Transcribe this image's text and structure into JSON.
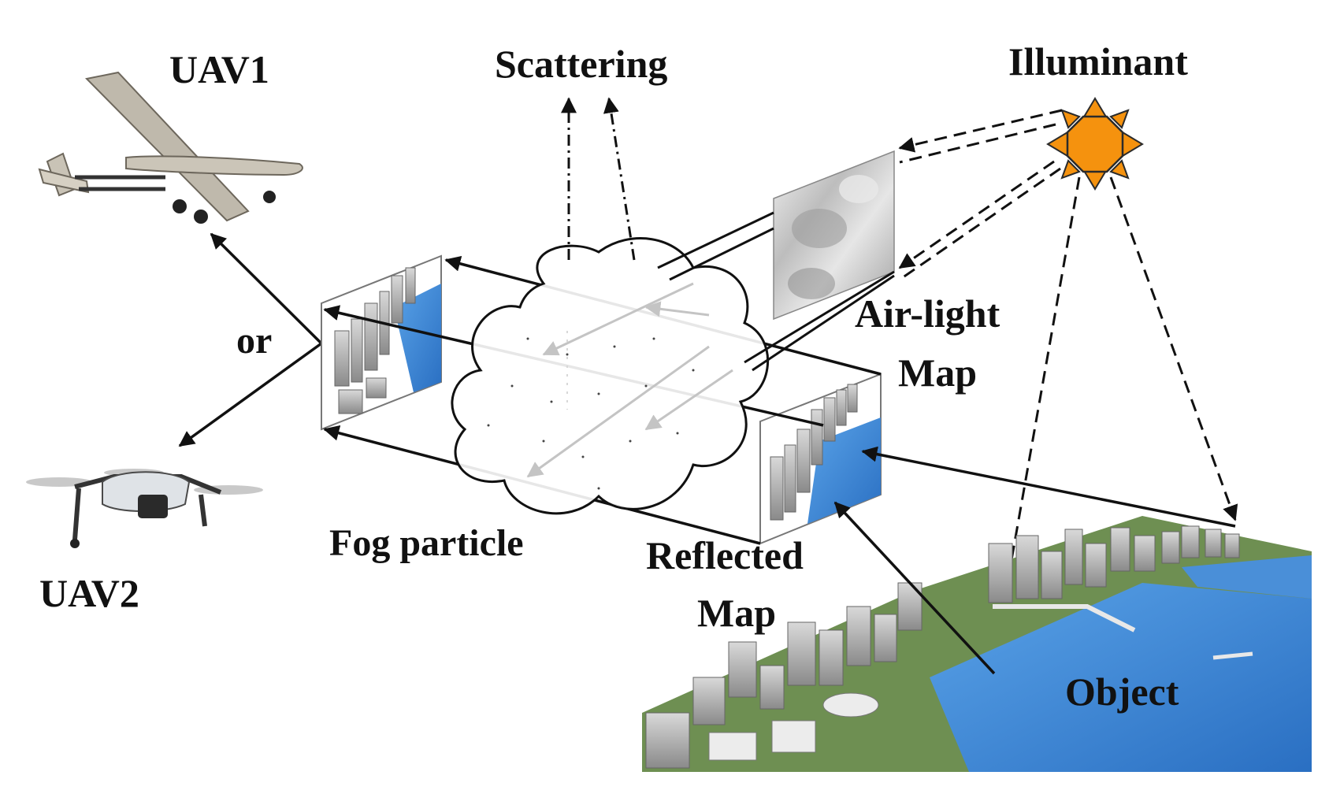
{
  "labels": {
    "uav1": "UAV1",
    "uav2": "UAV2",
    "or": "or",
    "scattering": "Scattering",
    "illuminant": "Illuminant",
    "airlight_line1": "Air-light",
    "airlight_line2": "Map",
    "fog_particle": "Fog particle",
    "reflected_line1": "Reflected",
    "reflected_line2": "Map",
    "object": "Object"
  },
  "colors": {
    "sun_fill": "#F5920E",
    "sun_stroke": "#2b2b2b",
    "water": "#3b86d6",
    "arrow": "#111111",
    "scatter_arrow": "#bdbdbd"
  },
  "icons": [
    "fixed-wing-uav-icon",
    "quadcopter-uav-icon",
    "sun-icon",
    "fog-cloud-icon",
    "city-icon"
  ]
}
